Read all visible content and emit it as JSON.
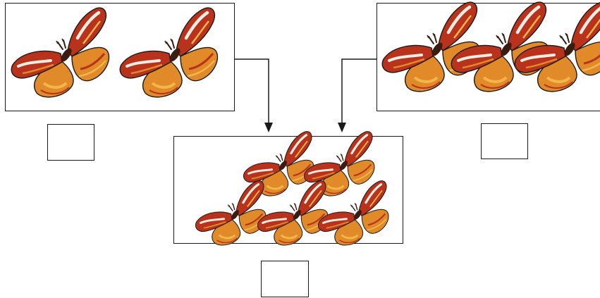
{
  "diagram": {
    "left_group": {
      "moth_count": 2,
      "answer": ""
    },
    "right_group": {
      "moth_count": 3,
      "answer": ""
    },
    "total_group": {
      "moth_count": 5,
      "answer": ""
    }
  },
  "colors": {
    "wing_red": "#b8321c",
    "wing_orange": "#e08a2a",
    "wing_gold": "#f2b64a",
    "wing_white": "#f4ede4",
    "body_dark": "#3a1c10",
    "outline": "#1a1a1a"
  },
  "icons": [
    "moth-icon",
    "arrow-down-icon"
  ]
}
